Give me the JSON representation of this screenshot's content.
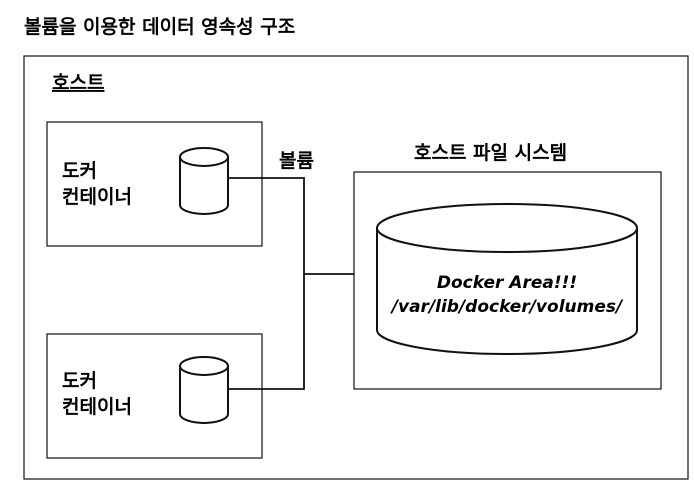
{
  "title": "볼륨을 이용한 데이터 영속성 구조",
  "host": {
    "label": "호스트"
  },
  "containers": [
    {
      "line1": "도커",
      "line2": "컨테이너"
    },
    {
      "line1": "도커",
      "line2": "컨테이너"
    }
  ],
  "volume_label": "볼륨",
  "filesystem": {
    "label": "호스트 파일 시스템",
    "area_line1": "Docker Area!!!",
    "area_line2": "/var/lib/docker/volumes/"
  },
  "icons": {
    "volume": "database-cylinder-icon",
    "connector": "arrow-right-icon"
  }
}
